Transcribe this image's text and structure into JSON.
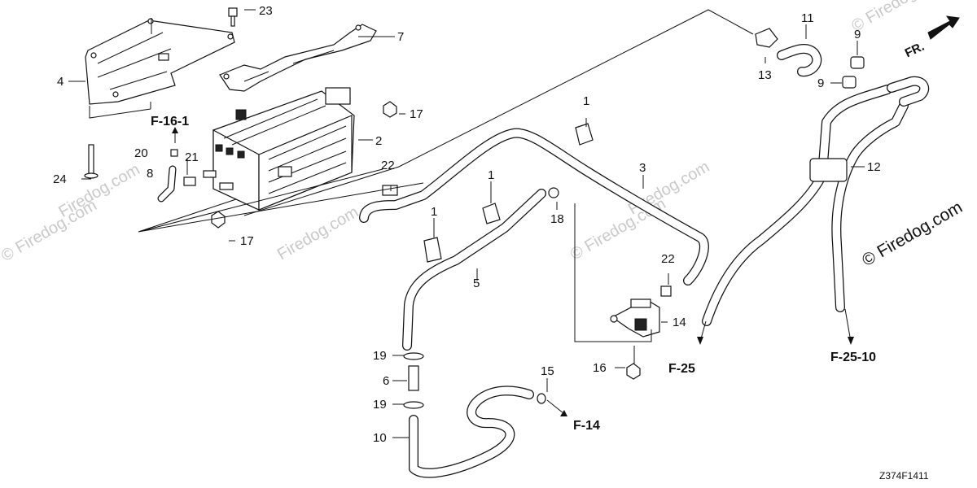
{
  "diagram": {
    "callouts": {
      "c1": "1",
      "c1b": "1",
      "c1c": "1",
      "c2": "2",
      "c3": "3",
      "c4": "4",
      "c5": "5",
      "c6": "6",
      "c7": "7",
      "c8": "8",
      "c9": "9",
      "c9b": "9",
      "c10": "10",
      "c11": "11",
      "c12": "12",
      "c13": "13",
      "c14": "14",
      "c15": "15",
      "c16": "16",
      "c17": "17",
      "c17b": "17",
      "c18": "18",
      "c19": "19",
      "c19b": "19",
      "c20": "20",
      "c21": "21",
      "c22": "22",
      "c22b": "22",
      "c23": "23",
      "c24": "24"
    },
    "references": {
      "f16_1": "F-16-1",
      "f14": "F-14",
      "f25": "F-25",
      "f25_10": "F-25-10"
    },
    "direction_label": "FR.",
    "diagram_code": "Z374F1411",
    "watermark": "Firedog.com",
    "watermark_copy": "© Firedog.com"
  }
}
